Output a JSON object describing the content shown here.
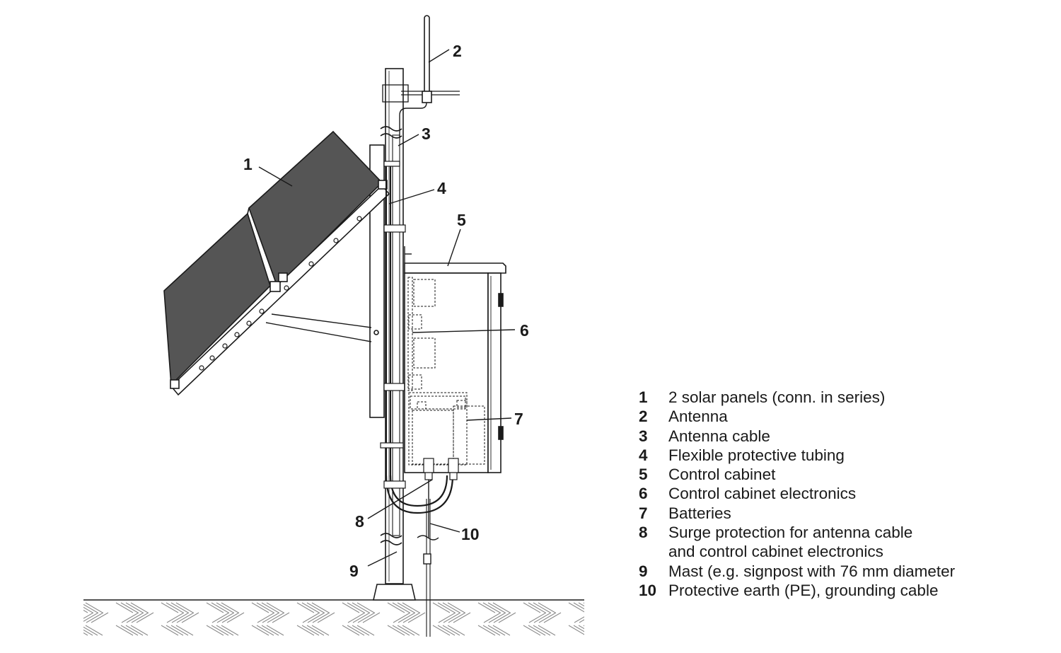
{
  "callouts": [
    "1",
    "2",
    "3",
    "4",
    "5",
    "6",
    "7",
    "8",
    "9",
    "10"
  ],
  "legend": [
    {
      "num": "1",
      "text": "2 solar panels (conn. in series)"
    },
    {
      "num": "2",
      "text": "Antenna"
    },
    {
      "num": "3",
      "text": "Antenna cable"
    },
    {
      "num": "4",
      "text": "Flexible protective tubing"
    },
    {
      "num": "5",
      "text": "Control cabinet"
    },
    {
      "num": "6",
      "text": "Control cabinet electronics"
    },
    {
      "num": "7",
      "text": "Batteries"
    },
    {
      "num": "8",
      "text": "Surge protection for antenna cable"
    },
    {
      "num": "",
      "text": "and control cabinet electronics"
    },
    {
      "num": "9",
      "text": "Mast (e.g. signpost with 76 mm diameter"
    },
    {
      "num": "10",
      "text": "Protective earth (PE), grounding cable"
    }
  ],
  "colors": {
    "ink": "#1a1a1a",
    "panel_fill": "#555555",
    "ground_hatch": "#8a8a8a"
  }
}
